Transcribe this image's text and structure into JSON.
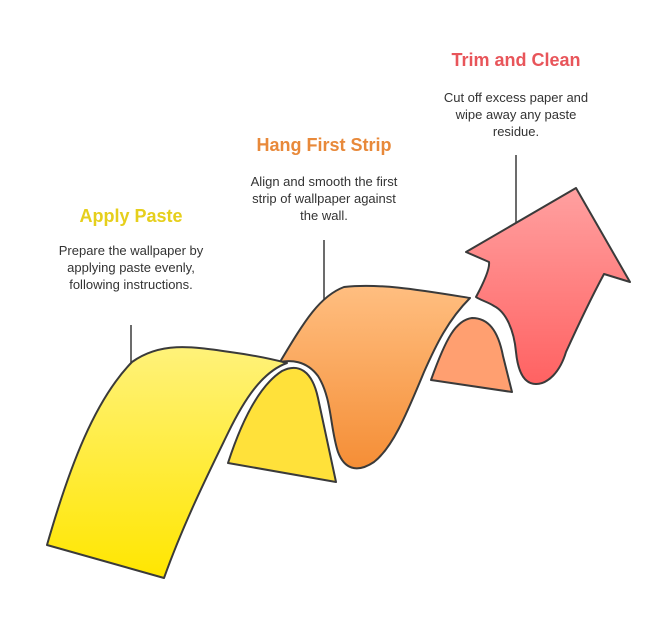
{
  "steps": [
    {
      "title": "Apply Paste",
      "description": "Prepare the wallpaper by applying paste evenly, following instructions.",
      "color": "#E6CF1C"
    },
    {
      "title": "Hang First Strip",
      "description": "Align and smooth the first strip of wallpaper against the wall.",
      "color": "#E8893A"
    },
    {
      "title": "Trim and Clean",
      "description": "Cut off excess paper and wipe away any paste residue.",
      "color": "#E8555A"
    }
  ],
  "colors": {
    "outline": "#3a3a3a",
    "yellow_light": "#FFF176",
    "yellow_dark": "#FFE600",
    "orange_light": "#FFB877",
    "orange_dark": "#F7903A",
    "red_light": "#FF9696",
    "red_dark": "#FF6464"
  }
}
